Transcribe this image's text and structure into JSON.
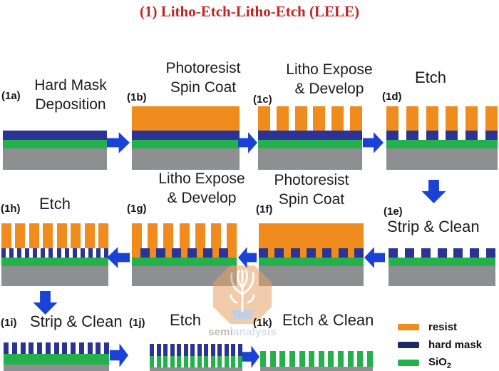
{
  "title": {
    "text": "(1) Litho-Etch-Litho-Etch (LELE)"
  },
  "colors": {
    "resist": "#F08C1E",
    "hard_mask": "#2B3494",
    "hard_mask_legend": "#1E2A66",
    "sio2": "#23B14B",
    "substrate": "#8E8F91",
    "arrow": "#1B42D6",
    "title": "#C02626",
    "label_text": "#1C1C1C"
  },
  "steps": [
    {
      "id": "1a",
      "tag": "(1a)",
      "lines": [
        "Hard Mask",
        "Deposition"
      ]
    },
    {
      "id": "1b",
      "tag": "(1b)",
      "lines": [
        "Photoresist",
        "Spin Coat"
      ]
    },
    {
      "id": "1c",
      "tag": "(1c)",
      "lines": [
        "Litho Expose",
        "& Develop"
      ]
    },
    {
      "id": "1d",
      "tag": "(1d)",
      "lines": [
        "Etch"
      ]
    },
    {
      "id": "1e",
      "tag": "(1e)",
      "lines": [
        "Strip & Clean"
      ]
    },
    {
      "id": "1f",
      "tag": "(1f)",
      "lines": [
        "Photoresist",
        "Spin Coat"
      ]
    },
    {
      "id": "1g",
      "tag": "(1g)",
      "lines": [
        "Litho Expose",
        "& Develop"
      ]
    },
    {
      "id": "1h",
      "tag": "(1h)",
      "lines": [
        "Etch"
      ]
    },
    {
      "id": "1i",
      "tag": "(1i)",
      "lines": [
        "Strip & Clean"
      ]
    },
    {
      "id": "1j",
      "tag": "(1j)",
      "lines": [
        "Etch"
      ]
    },
    {
      "id": "1k",
      "tag": "(1k)",
      "lines": [
        "Etch & Clean"
      ]
    }
  ],
  "panels": [
    {
      "id": "1a",
      "type": "flat",
      "layers": [
        "hard_mask",
        "sio2",
        "substrate"
      ]
    },
    {
      "id": "1b",
      "type": "flat",
      "layers": [
        "resist",
        "hard_mask",
        "sio2",
        "substrate"
      ]
    },
    {
      "id": "1c",
      "type": "resist_lines",
      "bars": 6
    },
    {
      "id": "1d",
      "type": "resist_on_hm_lines",
      "bars": 6
    },
    {
      "id": "1e",
      "type": "hm_lines",
      "bars": 7
    },
    {
      "id": "1f",
      "type": "coated_hm_lines",
      "bars": 7
    },
    {
      "id": "1g",
      "type": "offset_resist_lines",
      "bars": 7
    },
    {
      "id": "1h",
      "type": "double_pattern_lines",
      "resist_bars": 8,
      "hm_bars": 14
    },
    {
      "id": "1i",
      "type": "dense_hm_lines",
      "bars": 13
    },
    {
      "id": "1j",
      "type": "hm_ox_pillars",
      "bars": 14
    },
    {
      "id": "1k",
      "type": "ox_pillars",
      "bars": 12
    }
  ],
  "arrows": [
    {
      "from": "1a",
      "to": "1b",
      "dir": "right"
    },
    {
      "from": "1b",
      "to": "1c",
      "dir": "right"
    },
    {
      "from": "1c",
      "to": "1d",
      "dir": "right"
    },
    {
      "from": "1d",
      "to": "1e",
      "dir": "down"
    },
    {
      "from": "1f",
      "to": "1e",
      "dir": "left"
    },
    {
      "from": "1g",
      "to": "1f",
      "dir": "left"
    },
    {
      "from": "1h",
      "to": "1g",
      "dir": "left"
    },
    {
      "from": "1h",
      "to": "1i",
      "dir": "down"
    },
    {
      "from": "1i",
      "to": "1j",
      "dir": "right"
    },
    {
      "from": "1j",
      "to": "1k",
      "dir": "right"
    }
  ],
  "legend": {
    "items": [
      {
        "label": "resist",
        "color_key": "resist"
      },
      {
        "label": "hard mask",
        "color_key": "hard_mask_legend"
      },
      {
        "label": "SiO",
        "sub": "2",
        "color_key": "sio2"
      }
    ]
  },
  "watermark": {
    "text_left": "semi",
    "text_right": "analysis"
  }
}
